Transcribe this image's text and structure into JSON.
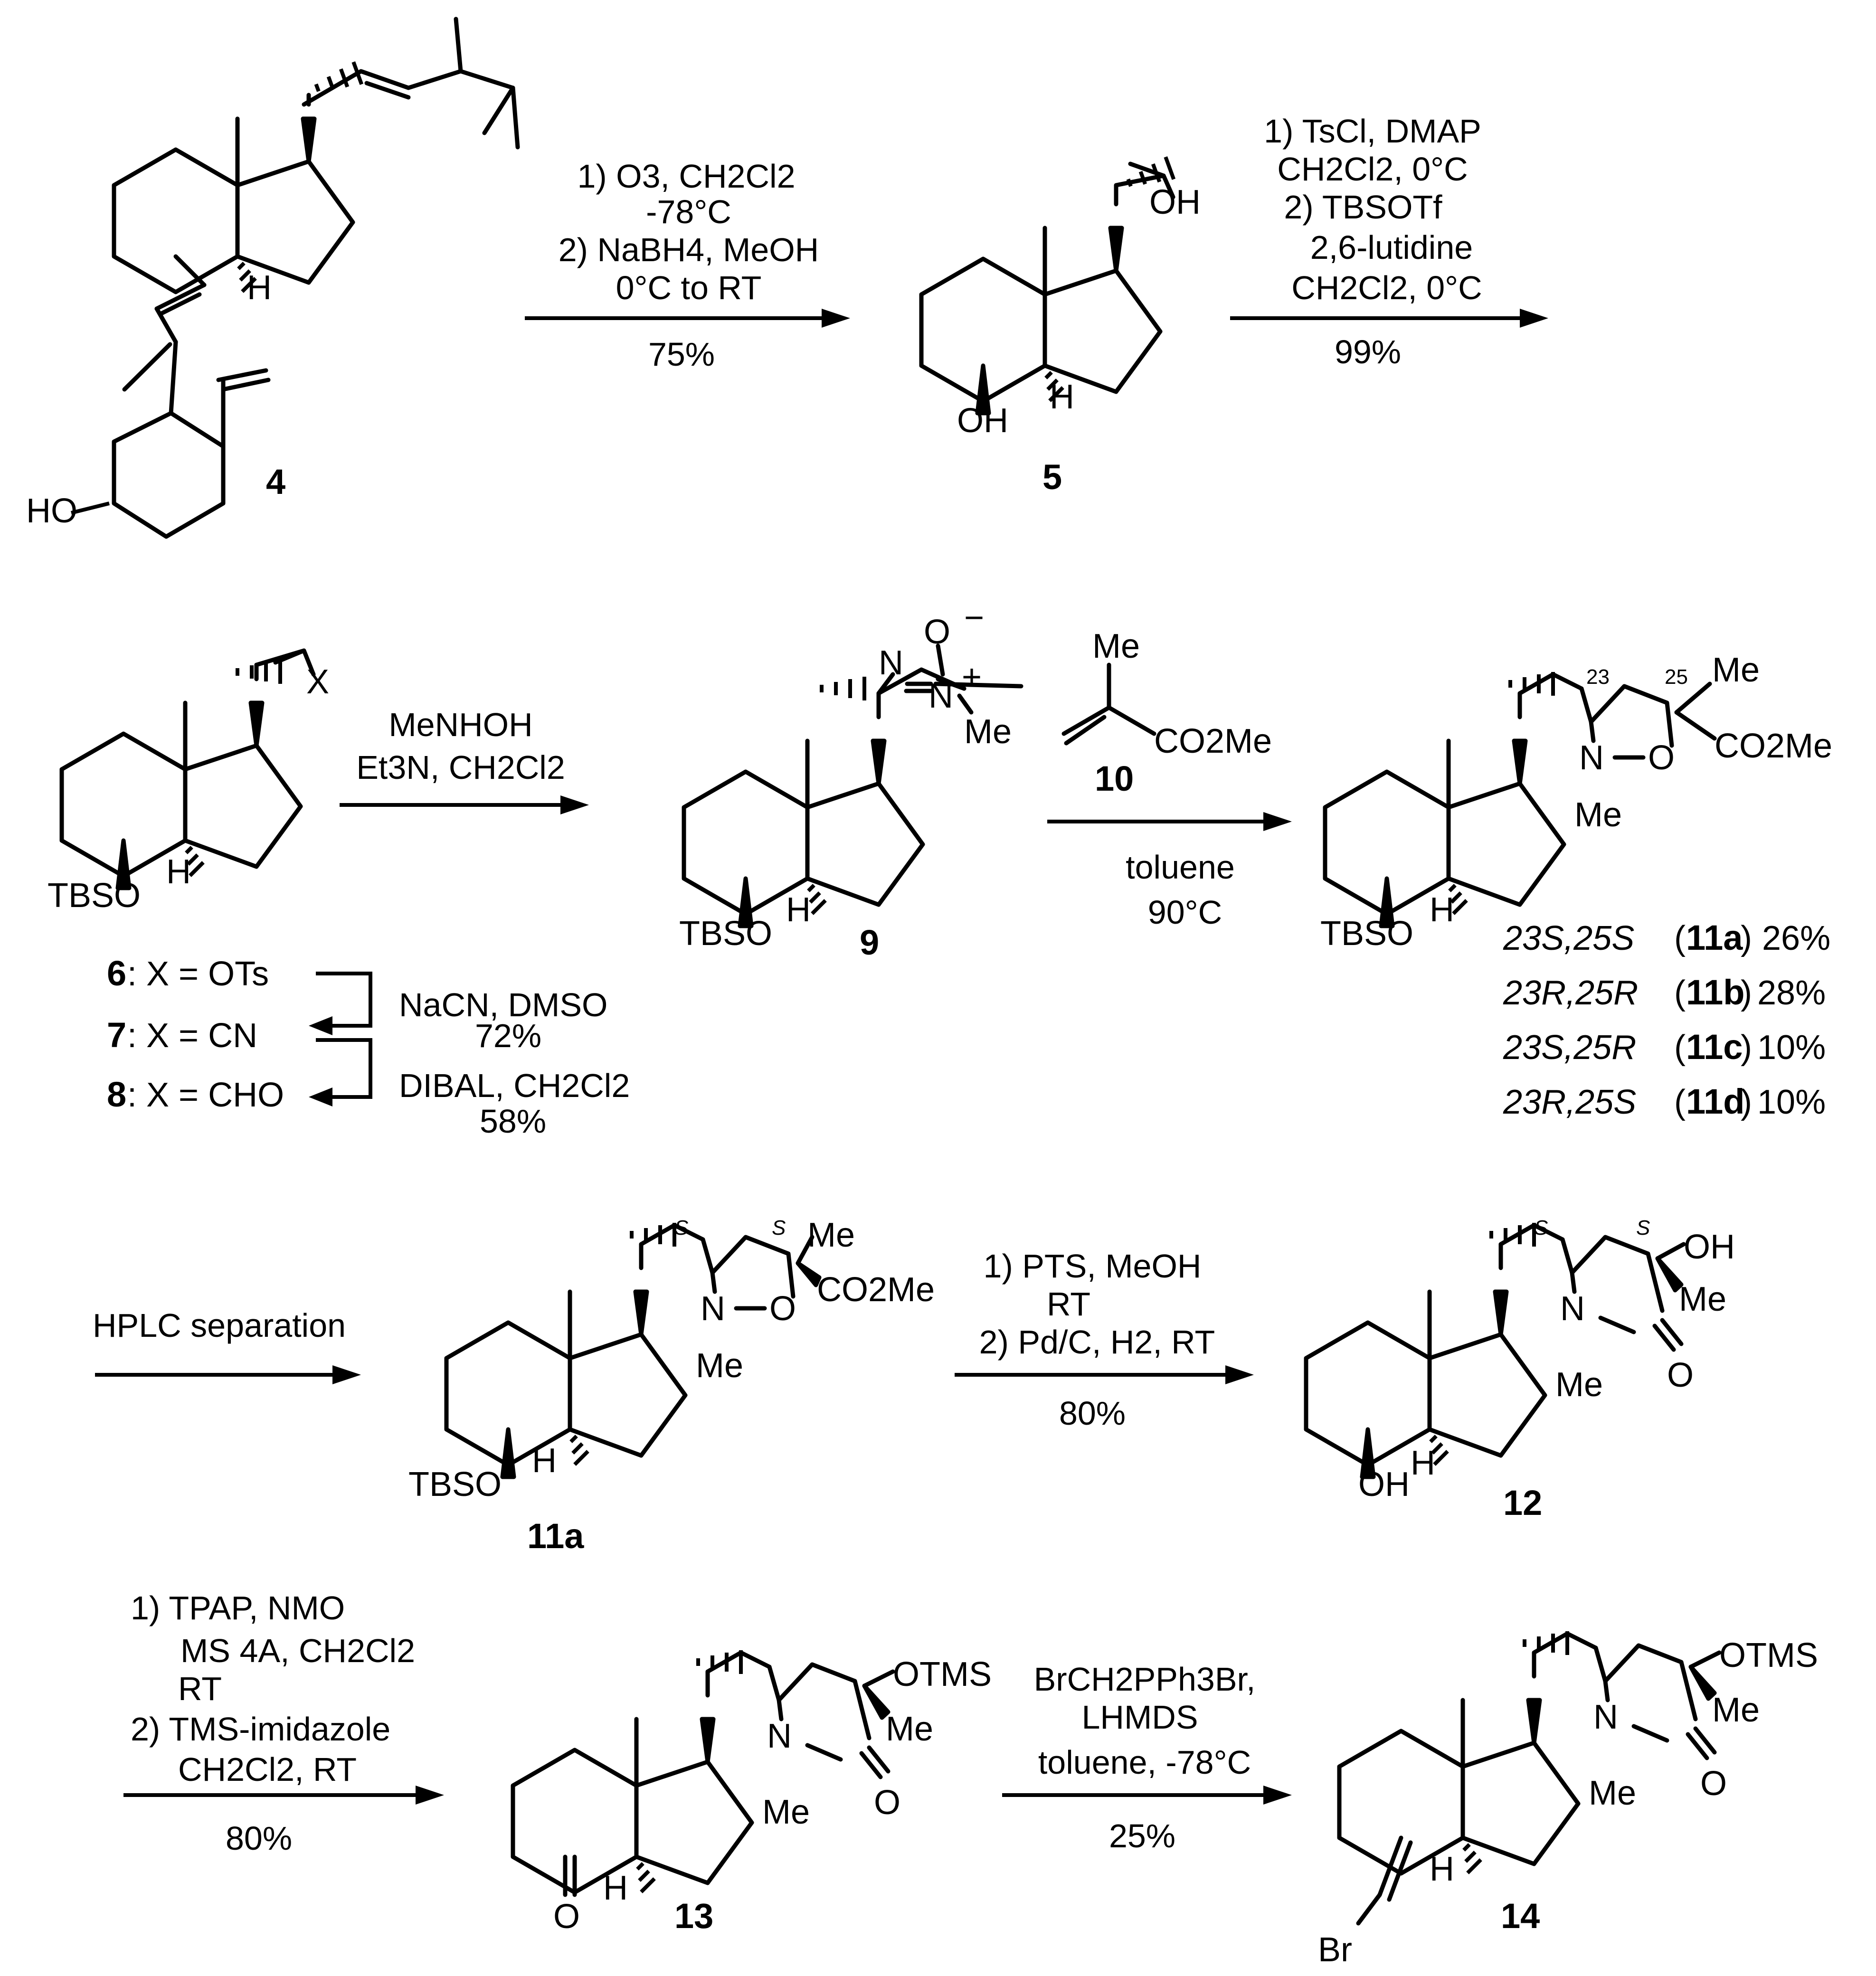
{
  "compounds": {
    "c4": "4",
    "c5": "5",
    "c9": "9",
    "c10": "10",
    "c11a": "11a",
    "c12": "12",
    "c13": "13",
    "c14": "14"
  },
  "atoms": {
    "ho": "HO",
    "oh": "OH",
    "h": "H",
    "tbso": "TBSO",
    "x": "X",
    "n": "N",
    "o": "O",
    "me": "Me",
    "co2me": "CO2Me",
    "otms": "OTMS",
    "br": "Br",
    "o_minus": "O",
    "minus": "−",
    "plus": "+",
    "c23": "23",
    "c25": "25",
    "s": "S"
  },
  "reactions": {
    "r1": [
      "1) O3, CH2Cl2",
      "-78°C",
      "2) NaBH4, MeOH",
      "0°C to RT",
      "75%"
    ],
    "r2": [
      "1) TsCl, DMAP",
      "CH2Cl2, 0°C",
      "2) TBSOTf",
      "2,6-lutidine",
      "CH2Cl2, 0°C",
      "99%"
    ],
    "r3": [
      "MeNHOH",
      "Et3N, CH2Cl2"
    ],
    "r4": [
      "toluene",
      "90°C"
    ],
    "r5": [
      "HPLC separation"
    ],
    "r6": [
      "1) PTS, MeOH",
      "RT",
      "2) Pd/C, H2, RT",
      "80%"
    ],
    "r7": [
      "1) TPAP, NMO",
      "MS 4A, CH2Cl2",
      "RT",
      "2) TMS-imidazole",
      "CH2Cl2, RT",
      "80%"
    ],
    "r8": [
      "BrCH2PPh3Br,",
      "LHMDS",
      "toluene, -78°C",
      "25%"
    ]
  },
  "series": {
    "s6": {
      "num": "6",
      "text": ": X = OTs"
    },
    "s7": {
      "num": "7",
      "text": ": X = CN"
    },
    "s8": {
      "num": "8",
      "text": ": X = CHO"
    },
    "cond_a": [
      "NaCN, DMSO",
      "72%"
    ],
    "cond_b": [
      "DIBAL, CH2Cl2",
      "58%"
    ]
  },
  "isomers": [
    {
      "label": "23S,25S",
      "cpd": "11a",
      "yield": "26%"
    },
    {
      "label": "23R,25R",
      "cpd": "11b",
      "yield": "28%"
    },
    {
      "label": "23S,25R",
      "cpd": "11c",
      "yield": "10%"
    },
    {
      "label": "23R,25S",
      "cpd": "11d",
      "yield": "10%"
    }
  ]
}
